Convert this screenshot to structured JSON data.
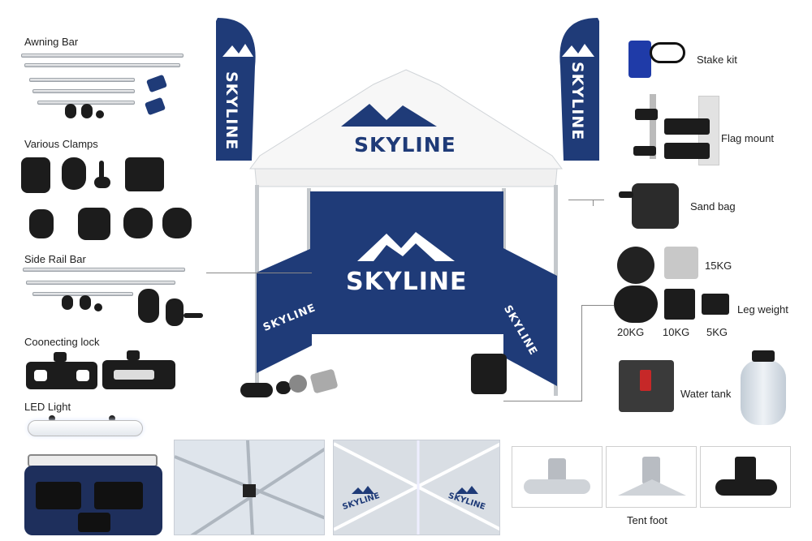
{
  "brand_name": "SKYLINE",
  "colors": {
    "navy": "#1f3b78",
    "canopy_white": "#f7f7f7",
    "frame_silver": "#c4c8cc",
    "part_black": "#1c1c1c"
  },
  "left_parts": {
    "awning_bar": "Awning Bar",
    "various_clamps": "Various Clamps",
    "side_rail_bar": "Side Rail Bar",
    "connecting_lock": "Coonecting lock",
    "led_light": "LED Light"
  },
  "right_parts": {
    "stake_kit": "Stake kit",
    "flag_mount": "Flag mount",
    "sand_bag": "Sand bag",
    "weight_15": "15KG",
    "leg_weight": "Leg weight",
    "weight_20": "20KG",
    "weight_10": "10KG",
    "weight_5": "5KG",
    "water_tank": "Water tank"
  },
  "tent_foot": "Tent foot",
  "icons": [
    "mountain-logo-icon"
  ]
}
